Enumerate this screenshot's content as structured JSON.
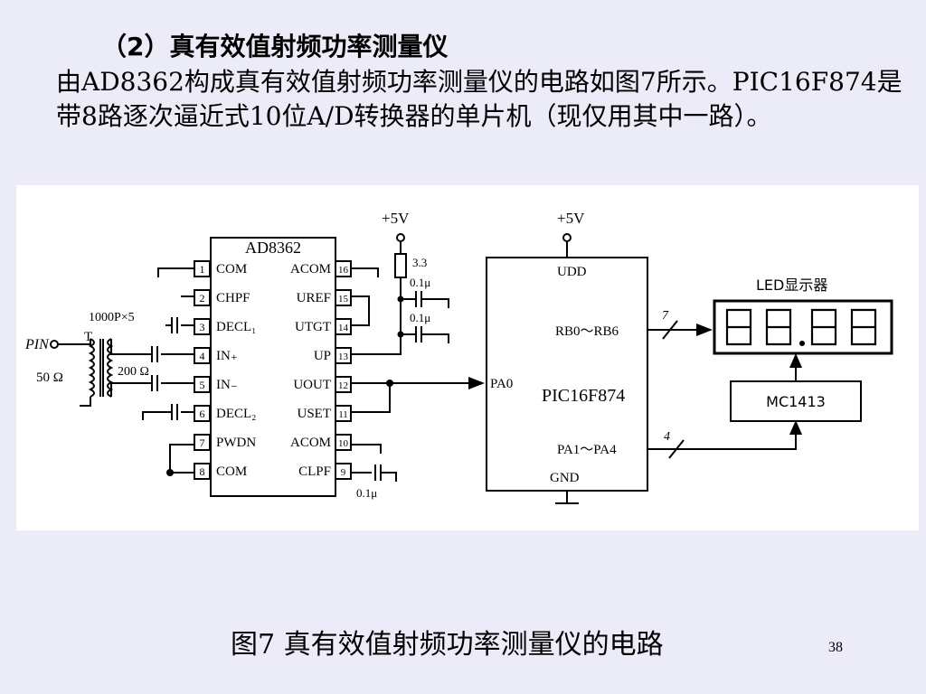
{
  "slide": {
    "heading": "（2）真有效值射频功率测量仪",
    "paragraph": "由AD8362构成真有效值射频功率测量仪的电路如图7所示。PIC16F874是带8路逐次逼近式10位A/D转换器的单片机（现仅用其中一路）。",
    "caption": "图7  真有效值射频功率测量仪的电路",
    "page_number": "38"
  },
  "diagram": {
    "ad8362": {
      "title": "AD8362",
      "pins_left": [
        {
          "num": "1",
          "name": "COM"
        },
        {
          "num": "2",
          "name": "CHPF"
        },
        {
          "num": "3",
          "name": "DECL₁"
        },
        {
          "num": "4",
          "name": "IN₊"
        },
        {
          "num": "5",
          "name": "IN₋"
        },
        {
          "num": "6",
          "name": "DECL₂"
        },
        {
          "num": "7",
          "name": "PWDN"
        },
        {
          "num": "8",
          "name": "COM"
        }
      ],
      "pins_right": [
        {
          "num": "16",
          "name": "ACOM"
        },
        {
          "num": "15",
          "name": "UREF"
        },
        {
          "num": "14",
          "name": "UTGT"
        },
        {
          "num": "13",
          "name": "UP"
        },
        {
          "num": "12",
          "name": "UOUT"
        },
        {
          "num": "11",
          "name": "USET"
        },
        {
          "num": "10",
          "name": "ACOM"
        },
        {
          "num": "9",
          "name": "CLPF"
        }
      ]
    },
    "supply_left": "+5V",
    "supply_right": "+5V",
    "resistor_value": "3.3",
    "cap_01u_a": "0.1μ",
    "cap_01u_b": "0.1μ",
    "cap_01u_c": "0.1μ",
    "cap_1000p": "1000P×5",
    "input_label": "PIN",
    "transformer_label": "T",
    "impedance_50": "50 Ω",
    "impedance_200": "200 Ω",
    "mcu": {
      "name": "PIC16F874",
      "pin_udd": "UDD",
      "pin_rb": "RB0～RB6",
      "pin_pa0": "PA0",
      "pin_pa14": "PA1～PA4",
      "pin_gnd": "GND"
    },
    "bus_rb": "7",
    "bus_pa": "4",
    "led_label": "LED显示器",
    "led_digits": "88.88",
    "driver_label": "MC1413"
  }
}
